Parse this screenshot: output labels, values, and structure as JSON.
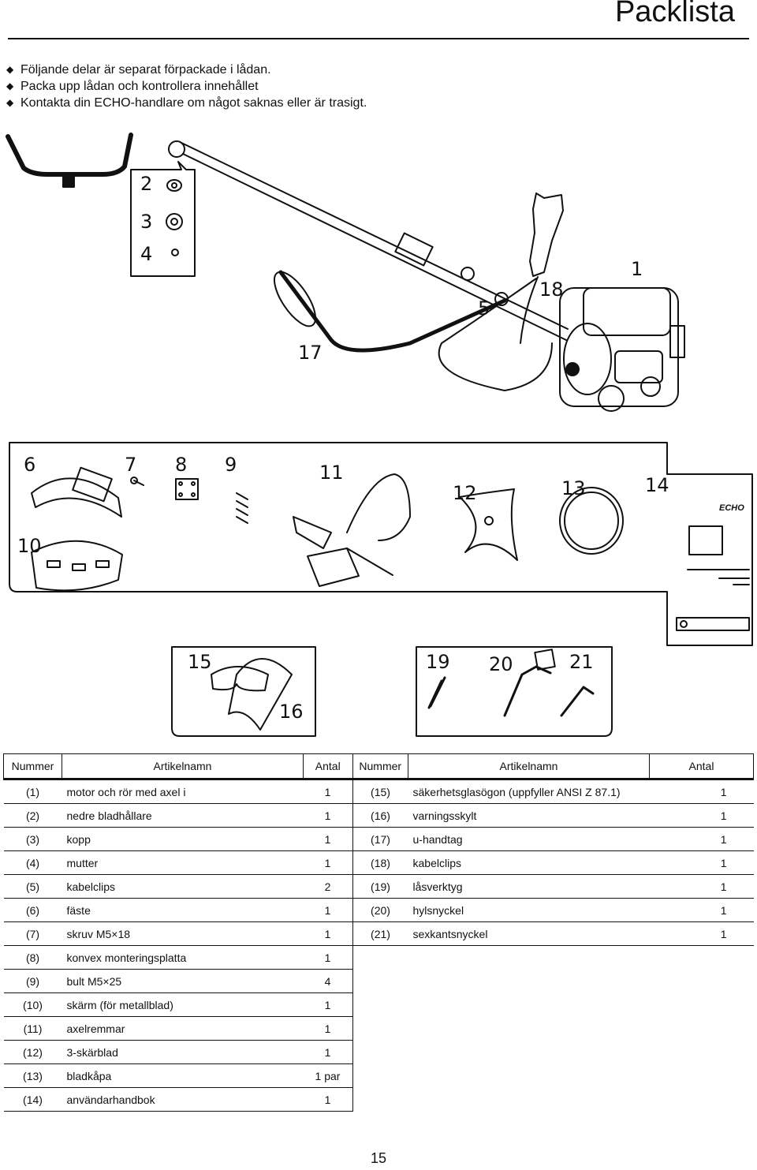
{
  "page": {
    "title": "Packlista",
    "number": "15"
  },
  "intro": [
    "Följande delar är separat förpackade i lådan.",
    "Packa upp lådan och kontrollera innehållet",
    "Kontakta din ECHO-handlare om något saknas eller är trasigt."
  ],
  "figure": {
    "callouts": [
      "1",
      "2",
      "3",
      "4",
      "5",
      "6",
      "7",
      "8",
      "9",
      "10",
      "11",
      "12",
      "13",
      "14",
      "15",
      "16",
      "17",
      "18",
      "19",
      "20",
      "21"
    ],
    "manual_logo": "ECHO"
  },
  "table": {
    "headers": [
      "Nummer",
      "Artikelnamn",
      "Antal",
      "Nummer",
      "Artikelnamn",
      "Antal"
    ],
    "rows": [
      {
        "n1": "(1)",
        "a1": "motor och rör med axel i",
        "q1": "1",
        "n2": "(15)",
        "a2": "säkerhetsglasögon (uppfyller ANSI Z 87.1)",
        "q2": "1"
      },
      {
        "n1": "(2)",
        "a1": "nedre bladhållare",
        "q1": "1",
        "n2": "(16)",
        "a2": "varningsskylt",
        "q2": "1"
      },
      {
        "n1": "(3)",
        "a1": "kopp",
        "q1": "1",
        "n2": "(17)",
        "a2": "u-handtag",
        "q2": "1"
      },
      {
        "n1": "(4)",
        "a1": "mutter",
        "q1": "1",
        "n2": "(18)",
        "a2": "kabelclips",
        "q2": "1"
      },
      {
        "n1": "(5)",
        "a1": "kabelclips",
        "q1": "2",
        "n2": "(19)",
        "a2": "låsverktyg",
        "q2": "1"
      },
      {
        "n1": "(6)",
        "a1": "fäste",
        "q1": "1",
        "n2": "(20)",
        "a2": "hylsnyckel",
        "q2": "1"
      },
      {
        "n1": "(7)",
        "a1": "skruv M5×18",
        "q1": "1",
        "n2": "(21)",
        "a2": "sexkantsnyckel",
        "q2": "1"
      },
      {
        "n1": "(8)",
        "a1": "konvex monteringsplatta",
        "q1": "1",
        "n2": "",
        "a2": "",
        "q2": ""
      },
      {
        "n1": "(9)",
        "a1": "bult M5×25",
        "q1": "4",
        "n2": "",
        "a2": "",
        "q2": ""
      },
      {
        "n1": "(10)",
        "a1": "skärm (för metallblad)",
        "q1": "1",
        "n2": "",
        "a2": "",
        "q2": ""
      },
      {
        "n1": "(11)",
        "a1": "axelremmar",
        "q1": "1",
        "n2": "",
        "a2": "",
        "q2": ""
      },
      {
        "n1": "(12)",
        "a1": "3-skärblad",
        "q1": "1",
        "n2": "",
        "a2": "",
        "q2": ""
      },
      {
        "n1": "(13)",
        "a1": "bladkåpa",
        "q1": "1 par",
        "n2": "",
        "a2": "",
        "q2": ""
      },
      {
        "n1": "(14)",
        "a1": "användarhandbok",
        "q1": "1",
        "n2": "",
        "a2": "",
        "q2": ""
      }
    ]
  }
}
